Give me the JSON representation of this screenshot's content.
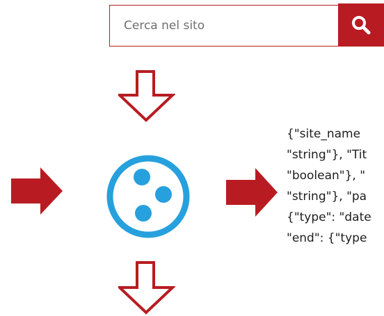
{
  "search": {
    "placeholder": "Cerca nel sito",
    "button_icon": "search-icon"
  },
  "diagram": {
    "center_icon": "three-dots-circle-logo",
    "arrows": [
      {
        "name": "down-arrow-top",
        "style": "outline"
      },
      {
        "name": "right-arrow-left",
        "style": "filled"
      },
      {
        "name": "right-arrow-right",
        "style": "filled"
      },
      {
        "name": "down-arrow-bottom",
        "style": "outline"
      }
    ],
    "output_snippet": "{\"site_name\n\"string\"}, \"Tit\n\"boolean\"}, \"\n\"string\"}, \"pa\n{\"type\": \"date\n\"end\": {\"type"
  },
  "colors": {
    "accent_red": "#b81c22",
    "logo_blue": "#27a0de",
    "text": "#1e1e1e"
  }
}
